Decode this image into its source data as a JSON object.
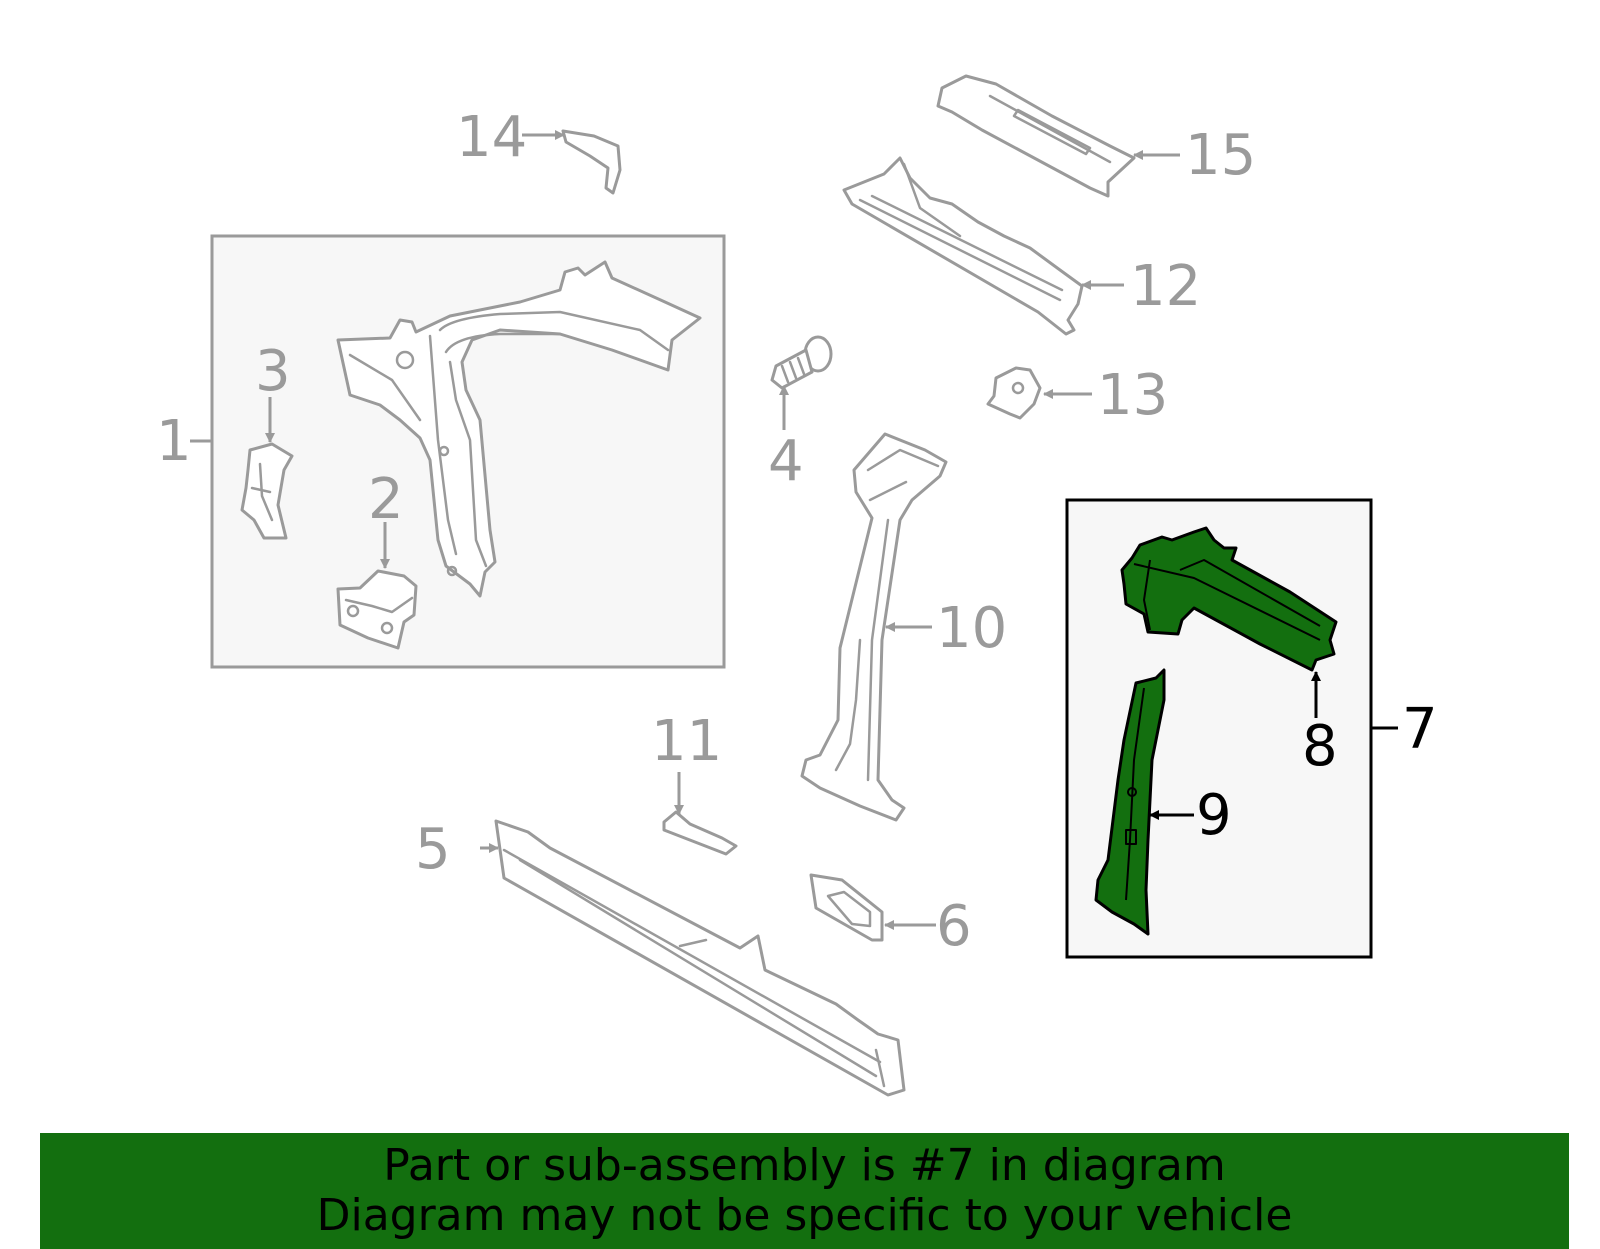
{
  "diagram": {
    "callouts": [
      {
        "id": "1",
        "label": "1",
        "highlighted": false
      },
      {
        "id": "2",
        "label": "2",
        "highlighted": false
      },
      {
        "id": "3",
        "label": "3",
        "highlighted": false
      },
      {
        "id": "4",
        "label": "4",
        "highlighted": false
      },
      {
        "id": "5",
        "label": "5",
        "highlighted": false
      },
      {
        "id": "6",
        "label": "6",
        "highlighted": false
      },
      {
        "id": "7",
        "label": "7",
        "highlighted": true
      },
      {
        "id": "8",
        "label": "8",
        "highlighted": true
      },
      {
        "id": "9",
        "label": "9",
        "highlighted": true
      },
      {
        "id": "10",
        "label": "10",
        "highlighted": false
      },
      {
        "id": "11",
        "label": "11",
        "highlighted": false
      },
      {
        "id": "12",
        "label": "12",
        "highlighted": false
      },
      {
        "id": "13",
        "label": "13",
        "highlighted": false
      },
      {
        "id": "14",
        "label": "14",
        "highlighted": false
      },
      {
        "id": "15",
        "label": "15",
        "highlighted": false
      }
    ],
    "colors": {
      "highlight": "#136f0f",
      "muted_line": "#9a9a9a",
      "active_line": "#000000",
      "inset_fill": "#f7f7f7"
    }
  },
  "banner": {
    "line1": "Part or sub-assembly is #7 in diagram",
    "line2": "Diagram may not be specific to your vehicle"
  }
}
